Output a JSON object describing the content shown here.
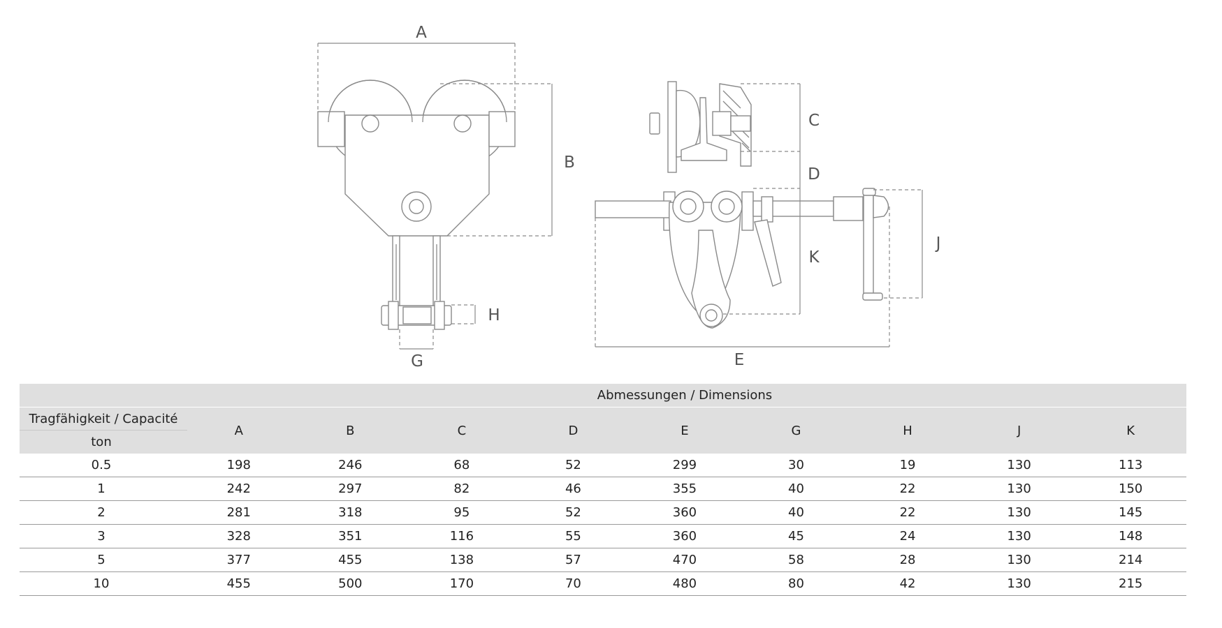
{
  "drawing": {
    "labels": {
      "A": "A",
      "B": "B",
      "C": "C",
      "D": "D",
      "E": "E",
      "G": "G",
      "H": "H",
      "J": "J",
      "K": "K"
    }
  },
  "table": {
    "group_header": "Abmessungen / Dimensions",
    "capacity_header": "Tragfähigkeit / Capacité",
    "unit": "ton",
    "columns": [
      "A",
      "B",
      "C",
      "D",
      "E",
      "G",
      "H",
      "J",
      "K"
    ],
    "rows": [
      [
        "0.5",
        "198",
        "246",
        "68",
        "52",
        "299",
        "30",
        "19",
        "130",
        "113"
      ],
      [
        "1",
        "242",
        "297",
        "82",
        "46",
        "355",
        "40",
        "22",
        "130",
        "150"
      ],
      [
        "2",
        "281",
        "318",
        "95",
        "52",
        "360",
        "40",
        "22",
        "130",
        "145"
      ],
      [
        "3",
        "328",
        "351",
        "116",
        "55",
        "360",
        "45",
        "24",
        "130",
        "148"
      ],
      [
        "5",
        "377",
        "455",
        "138",
        "57",
        "470",
        "58",
        "28",
        "130",
        "214"
      ],
      [
        "10",
        "455",
        "500",
        "170",
        "70",
        "480",
        "80",
        "42",
        "130",
        "215"
      ]
    ]
  }
}
